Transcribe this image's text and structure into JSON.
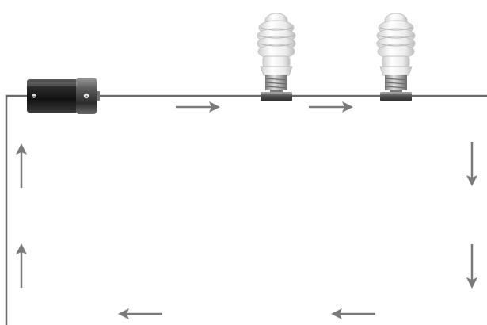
{
  "diagram": {
    "kind": "series-circuit",
    "components": [
      {
        "type": "battery",
        "icon": "battery-icon",
        "terminal_marks": [
          "−",
          "+"
        ]
      },
      {
        "type": "bulb",
        "icon": "cfl-bulb-icon"
      },
      {
        "type": "bulb",
        "icon": "cfl-bulb-icon"
      }
    ],
    "current_direction": "clockwise",
    "arrow_icon": "arrow-icon",
    "colors": {
      "wire": "#6b6b6b",
      "arrow": "#7a7a7a",
      "battery_body": "#1f1f1f",
      "bulb_glass": "#f4f4f4",
      "bulb_base": "#9a9a9a",
      "socket": "#555555"
    }
  }
}
